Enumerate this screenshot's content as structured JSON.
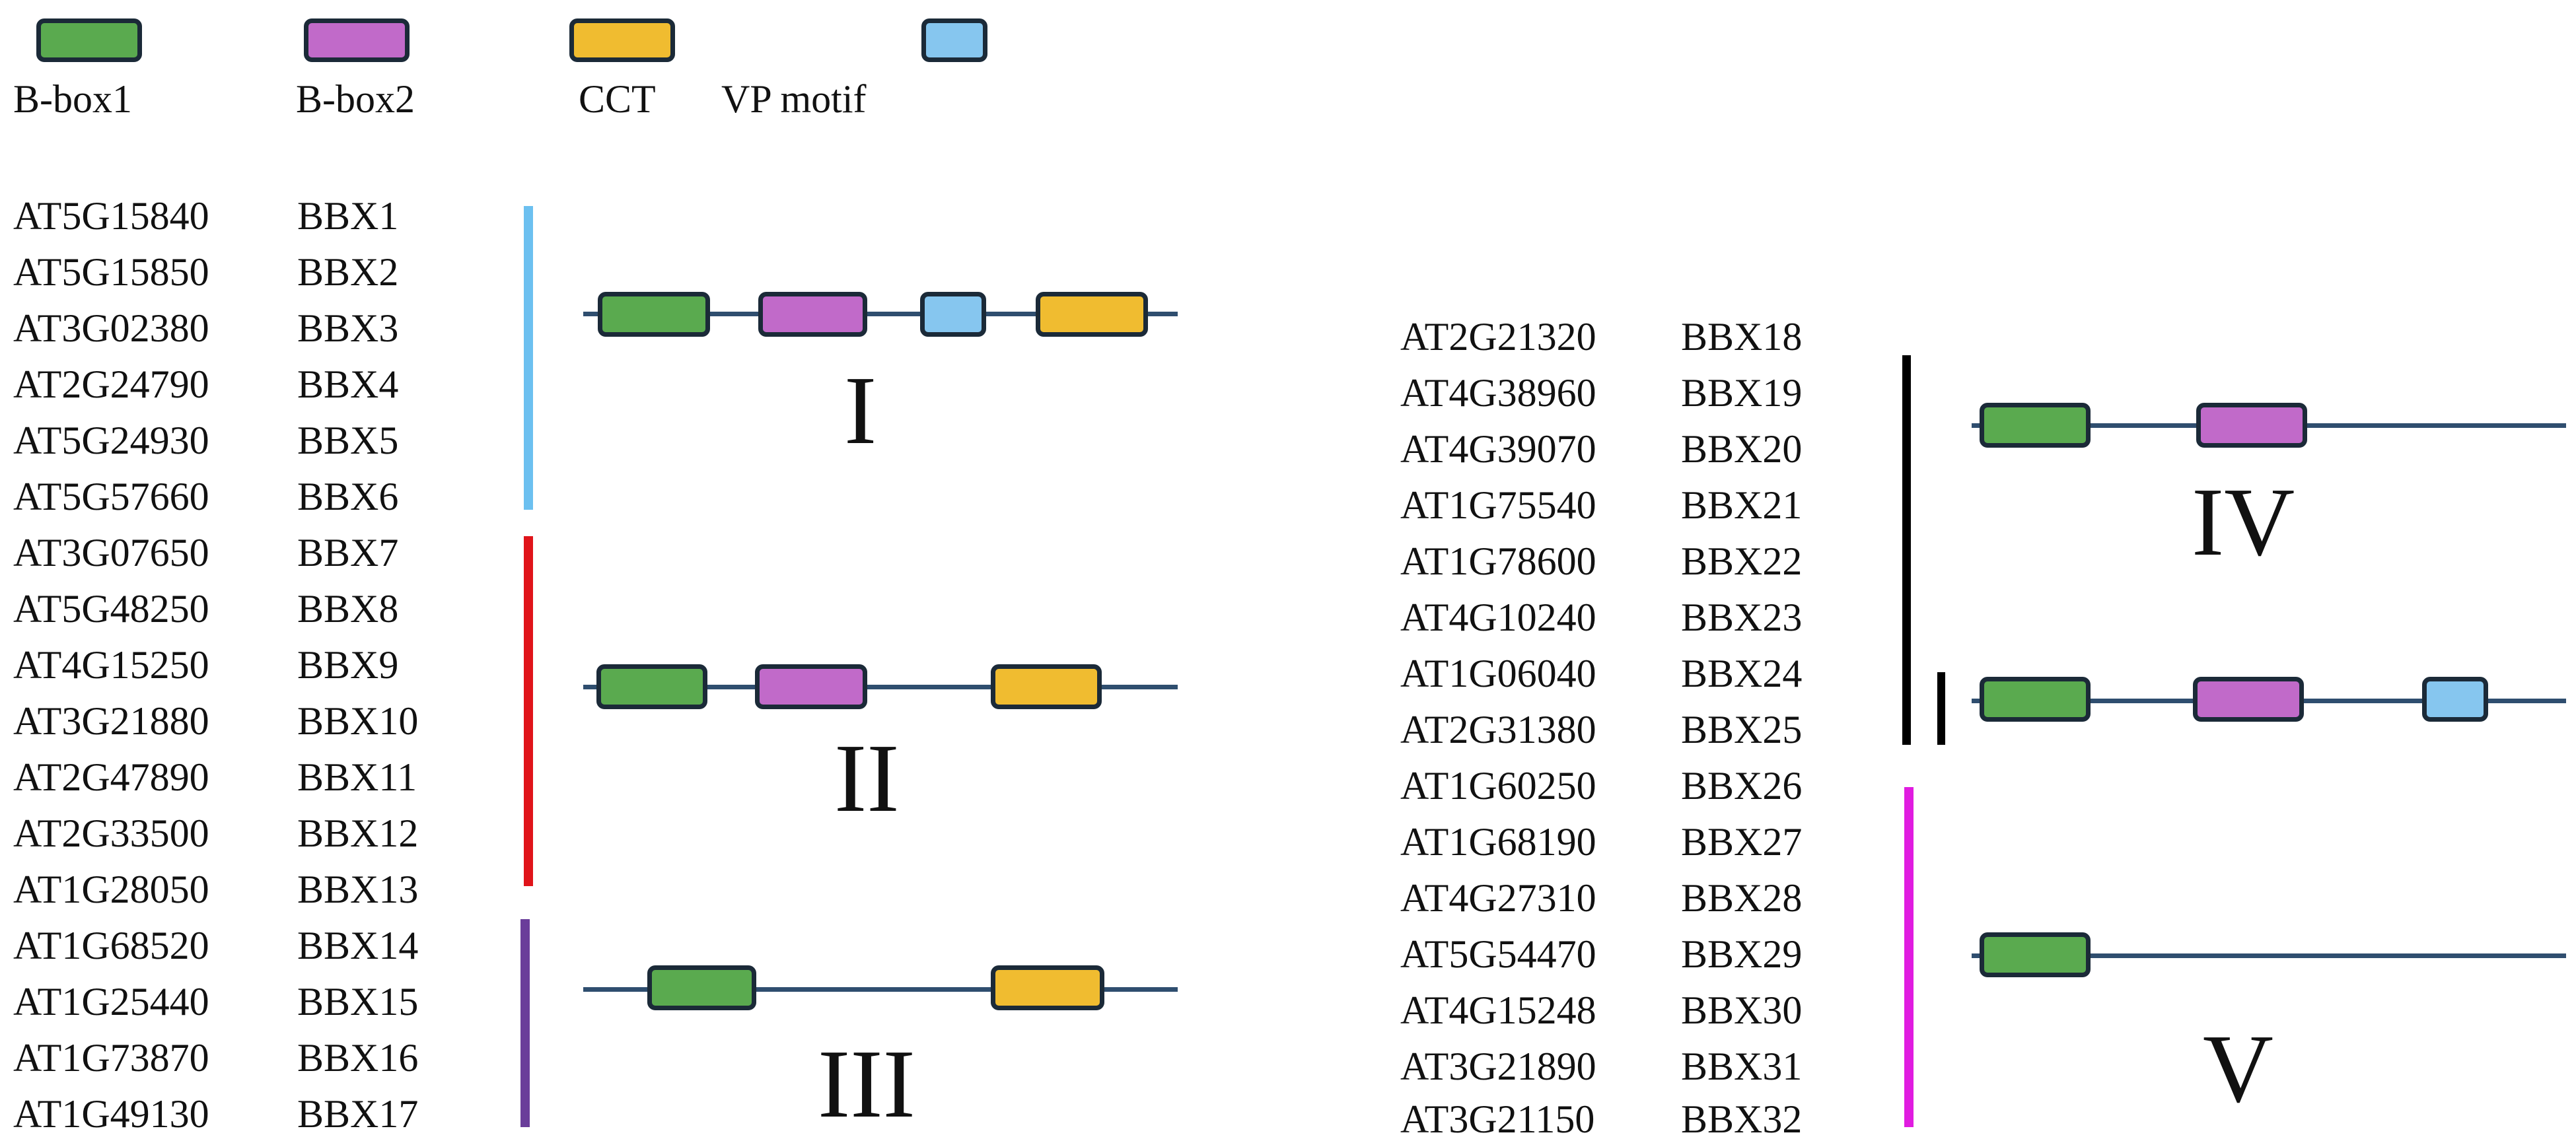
{
  "legend": {
    "items": [
      {
        "label": "B-box1",
        "color": "#5aaa4f",
        "icon": "b-box1-swatch"
      },
      {
        "label": "B-box2",
        "color": "#c16ac9",
        "icon": "b-box2-swatch"
      },
      {
        "label": "CCT",
        "color": "#f0bc30",
        "icon": "cct-swatch"
      },
      {
        "label": "VP motif",
        "color": "#86c6ef",
        "icon": "vp-motif-swatch"
      }
    ]
  },
  "colors": {
    "b_box1": "#5aaa4f",
    "b_box2": "#c16ac9",
    "cct": "#f0bc30",
    "vp_motif": "#86c6ef",
    "track": "#2f4e6f",
    "group_I": "#6cc0f0",
    "group_II": "#e0141a",
    "group_III": "#6a3d9a",
    "group_IV": "#000000",
    "group_V": "#e01ce0"
  },
  "left_genes": [
    {
      "id": "AT5G15840",
      "name": "BBX1"
    },
    {
      "id": "AT5G15850",
      "name": "BBX2"
    },
    {
      "id": "AT3G02380",
      "name": "BBX3"
    },
    {
      "id": "AT2G24790",
      "name": "BBX4"
    },
    {
      "id": "AT5G24930",
      "name": "BBX5"
    },
    {
      "id": "AT5G57660",
      "name": "BBX6"
    },
    {
      "id": "AT3G07650",
      "name": "BBX7"
    },
    {
      "id": "AT5G48250",
      "name": "BBX8"
    },
    {
      "id": "AT4G15250",
      "name": "BBX9"
    },
    {
      "id": "AT3G21880",
      "name": "BBX10"
    },
    {
      "id": "AT2G47890",
      "name": "BBX11"
    },
    {
      "id": "AT2G33500",
      "name": "BBX12"
    },
    {
      "id": "AT1G28050",
      "name": "BBX13"
    },
    {
      "id": "AT1G68520",
      "name": "BBX14"
    },
    {
      "id": "AT1G25440",
      "name": "BBX15"
    },
    {
      "id": "AT1G73870",
      "name": "BBX16"
    },
    {
      "id": "AT1G49130",
      "name": "BBX17"
    }
  ],
  "right_genes": [
    {
      "id": "AT2G21320",
      "name": "BBX18"
    },
    {
      "id": "AT4G38960",
      "name": "BBX19"
    },
    {
      "id": "AT4G39070",
      "name": "BBX20"
    },
    {
      "id": "AT1G75540",
      "name": "BBX21"
    },
    {
      "id": "AT1G78600",
      "name": "BBX22"
    },
    {
      "id": "AT4G10240",
      "name": "BBX23"
    },
    {
      "id": "AT1G06040",
      "name": "BBX24"
    },
    {
      "id": "AT2G31380",
      "name": "BBX25"
    },
    {
      "id": "AT1G60250",
      "name": "BBX26"
    },
    {
      "id": "AT1G68190",
      "name": "BBX27"
    },
    {
      "id": "AT4G27310",
      "name": "BBX28"
    },
    {
      "id": "AT5G54470",
      "name": "BBX29"
    },
    {
      "id": "AT4G15248",
      "name": "BBX30"
    },
    {
      "id": "AT3G21890",
      "name": "BBX31"
    },
    {
      "id": "AT3G21150",
      "name": "BBX32"
    }
  ],
  "groups": [
    {
      "label": "I",
      "domains": [
        "B-box1",
        "B-box2",
        "VP motif",
        "CCT"
      ]
    },
    {
      "label": "II",
      "domains": [
        "B-box1",
        "B-box2",
        "CCT"
      ]
    },
    {
      "label": "III",
      "domains": [
        "B-box1",
        "CCT"
      ]
    },
    {
      "label": "IV",
      "domains": [
        "B-box1",
        "B-box2"
      ]
    },
    {
      "label": "",
      "domains": [
        "B-box1",
        "B-box2",
        "VP motif"
      ]
    },
    {
      "label": "V",
      "domains": [
        "B-box1"
      ]
    }
  ]
}
